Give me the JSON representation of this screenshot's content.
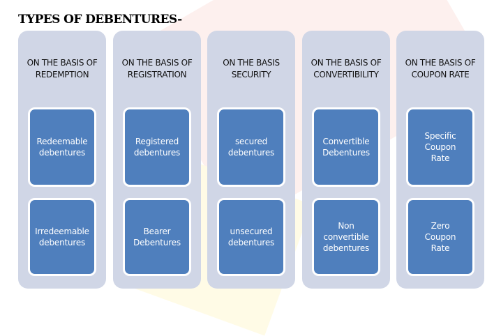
{
  "title": "TYPES OF DEBENTURES-",
  "columns": [
    {
      "heading": "ON THE BASIS OF REDEMPTION",
      "items": [
        "Redeemable debentures",
        "Irredeemable debentures"
      ]
    },
    {
      "heading": "ON THE BASIS OF REGISTRATION",
      "items": [
        "Registered debentures",
        "Bearer Debentures"
      ]
    },
    {
      "heading": "ON THE BASIS SECURITY",
      "items": [
        "secured debentures",
        "unsecured debentures"
      ]
    },
    {
      "heading": "ON THE BASIS OF CONVERTIBILITY",
      "items": [
        "Convertible Debentures",
        "Non convertible debentures"
      ]
    },
    {
      "heading": "ON THE BASIS OF COUPON RATE",
      "items": [
        "Specific Coupon Rate",
        "Zero Coupon Rate"
      ]
    }
  ],
  "colors": {
    "column": "#d0d6e6",
    "box": "#4f7fbd"
  }
}
